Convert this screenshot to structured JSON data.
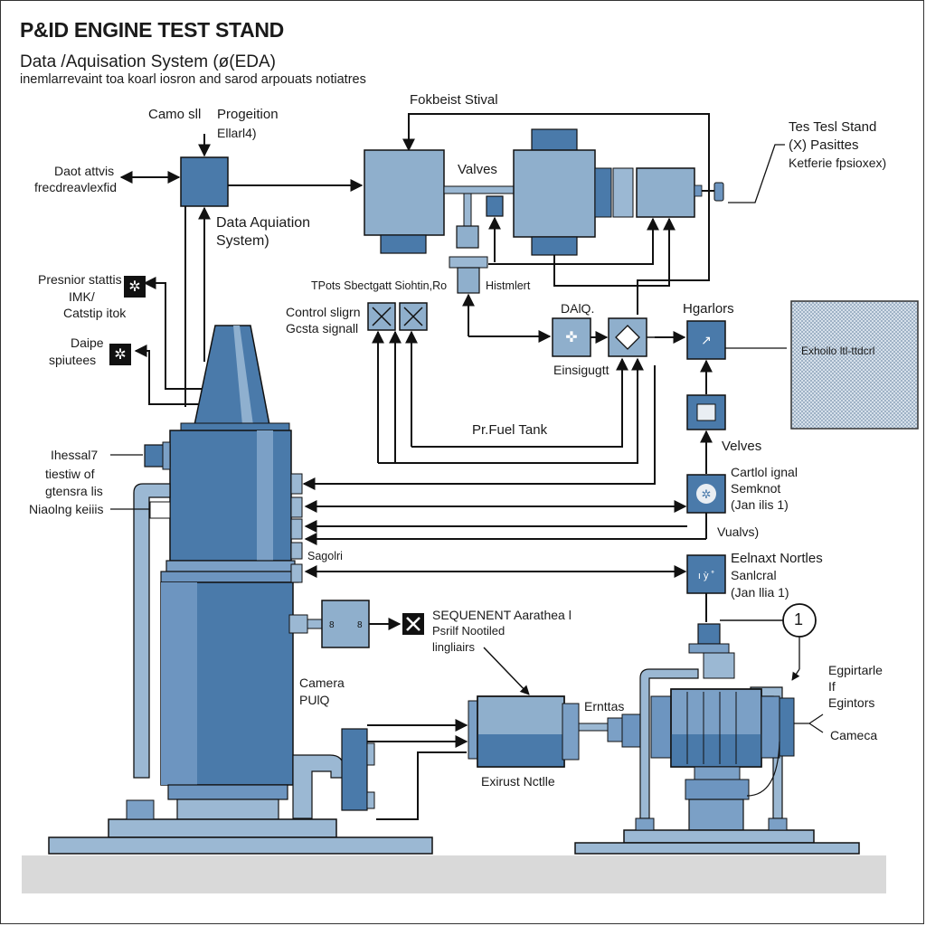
{
  "header": {
    "title": "P&ID ENGINE TEST STAND",
    "subtitle": "Data /Aquisation System (ø(EDA)",
    "description": "inemlarrevaint toa koarl iosron and sarod arpouats notiatres"
  },
  "labels": {
    "camera_top": "Camo sll",
    "propogition": [
      "Progeition",
      "Ellarl4)"
    ],
    "data_status": [
      "Daot attvis",
      "frecdreavlexfid"
    ],
    "daq_system": [
      "Data Aquiation",
      "System)"
    ],
    "feedback_signal": "Fokbeist Stival",
    "valves_top": "Valves",
    "test_stand": [
      "Tes Tesl Stand",
      "(X) Pasittes",
      "Ketferie fpsioxex)"
    ],
    "pressure_status": [
      "Presnior stattis",
      "IMK/",
      "Catstip itok"
    ],
    "daipe": [
      "Daipe",
      "spiutees"
    ],
    "control_signal": [
      "Control sligrn",
      "Gcsta signall"
    ],
    "tpots": "TPots Sbectgatt Siohtin,Ro",
    "histmlert": "Histmlert",
    "dalq": "DAlQ.",
    "einsigugtt": "Einsigugtt",
    "heaters": "Hgarlors",
    "exhaust_tested": "Exhoilo ltl-ttdcrl",
    "fuel_tank": "Pr.Fuel Tank",
    "valves_mid": "Velves",
    "control_signal_right": [
      "Cartlol ignal",
      "Semknot",
      "(Jan ilis 1)"
    ],
    "valves_paren": "Vualvs)",
    "exhaust_nozzles": [
      "Eelnaxt Nortles",
      "Sanlcral",
      "(Jan llia 1)"
    ],
    "thrust": [
      "Ihessal7",
      "tiestiw of",
      "gtensra lis",
      "Niaolng keiiis"
    ],
    "sagolri": "Sagolri",
    "sequent": [
      "SEQUENENT Aarathea l",
      "Psrilf Nootiled",
      "lingliairs"
    ],
    "camera_puq": [
      "Camera",
      "PUlQ"
    ],
    "emittas": "Ernttas",
    "exhaust_nozzle_bottom": "Exirust Nctlle",
    "equipment": [
      "Egpirtarle",
      "If",
      "Egintors"
    ],
    "camera_right": "Cameca",
    "callout_number": "1"
  },
  "colors": {
    "blue_dark": "#4a7aaa",
    "blue_mid": "#6d95c0",
    "blue_light": "#9bb8d3",
    "blue_pale": "#b7cce0",
    "line": "#111111",
    "floor": "#d9d9d9",
    "hatch": "#c7d3e0"
  }
}
